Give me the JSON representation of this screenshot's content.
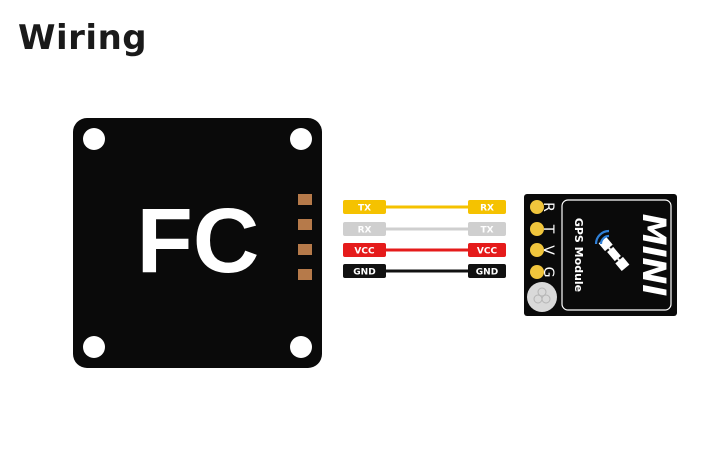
{
  "title": "Wiring",
  "fc": {
    "label": "FC"
  },
  "module": {
    "brand": "MINI",
    "subtitle": "GPS Module",
    "pins": [
      "R",
      "T",
      "V",
      "G"
    ]
  },
  "wires": [
    {
      "left": "TX",
      "right": "RX",
      "color": "#f5c200",
      "text_color": "#ffffff"
    },
    {
      "left": "RX",
      "right": "TX",
      "color": "#cfcfcf",
      "text_color": "#ffffff"
    },
    {
      "left": "VCC",
      "right": "VCC",
      "color": "#e51b1b",
      "text_color": "#ffffff"
    },
    {
      "left": "GND",
      "right": "GND",
      "color": "#111111",
      "text_color": "#ffffff"
    }
  ],
  "colors": {
    "board": "#0a0a0a",
    "pad": "#b67a4a",
    "pin_gold": "#f0c53c"
  }
}
